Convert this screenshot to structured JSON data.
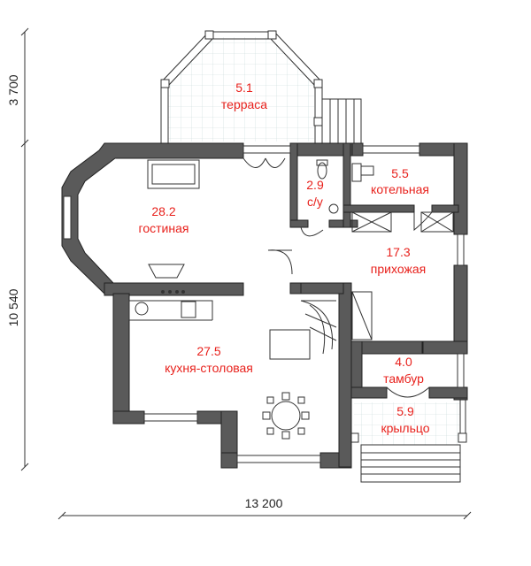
{
  "dimensions": {
    "total_width": "13 200",
    "left_lower": "10 540",
    "left_upper": "3 700"
  },
  "rooms": [
    {
      "area": "5.1",
      "name": "терраса"
    },
    {
      "area": "28.2",
      "name": "гостиная"
    },
    {
      "area": "2.9",
      "name": "с/у"
    },
    {
      "area": "5.5",
      "name": "котельная"
    },
    {
      "area": "17.3",
      "name": "прихожая"
    },
    {
      "area": "27.5",
      "name": "кухня-столовая"
    },
    {
      "area": "4.0",
      "name": "тамбур"
    },
    {
      "area": "5.9",
      "name": "крыльцо"
    }
  ],
  "colors": {
    "wall": "#5a5a5a",
    "label": "#e8211c",
    "floor_grid": "#c8d8d8"
  }
}
